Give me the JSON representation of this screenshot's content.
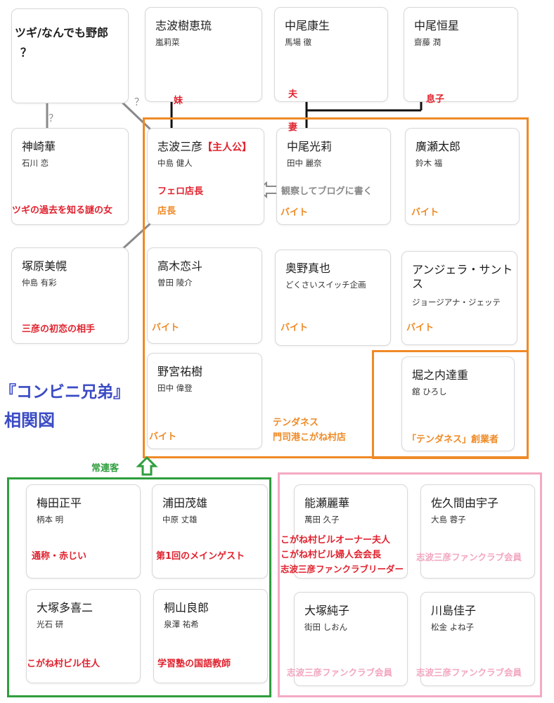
{
  "title": {
    "line1": "『コンビニ兄弟』",
    "line2": "相関図"
  },
  "characters": {
    "tsugi": {
      "name": "ツギ/なんでも野郎",
      "actor": "？"
    },
    "shiba_eru": {
      "name": "志波樹恵琉",
      "actor": "嵐莉菜"
    },
    "nakao_kosei": {
      "name": "中尾康生",
      "actor": "馬場 徹"
    },
    "nakao_kousei2": {
      "name": "中尾恒星",
      "actor": "齋藤 潤"
    },
    "kanzaki": {
      "name": "神崎華",
      "actor": "石川 恋",
      "note": "ツギの過去を知る謎の女"
    },
    "shiba_mitsuhiko": {
      "name": "志波三彦",
      "badge": "【主人公】",
      "actor": "中島 健人",
      "note1": "フェロ店長",
      "note2": "店長"
    },
    "nakao_hikari": {
      "name": "中尾光莉",
      "actor": "田中 麗奈",
      "note": "バイト"
    },
    "hirose": {
      "name": "廣瀬太郎",
      "actor": "鈴木 福",
      "note": "バイト"
    },
    "tsukahara": {
      "name": "塚原美幌",
      "actor": "仲島 有彩",
      "note": "三彦の初恋の相手"
    },
    "takagi": {
      "name": "高木恋斗",
      "actor": "曽田 陵介",
      "note": "バイト"
    },
    "okuno": {
      "name": "奥野真也",
      "actor": "どくさいスイッチ企画",
      "note": "バイト"
    },
    "angela": {
      "name_line1": "アンジェラ・サント",
      "name_line2": "ス",
      "actor": "ジョージアナ・ジェッテ",
      "note": "バイト"
    },
    "nomiya": {
      "name": "野宮祐樹",
      "actor": "田中 偉登",
      "note": "バイト"
    },
    "horinouchi": {
      "name": "堀之内達重",
      "actor": "舘 ひろし",
      "note": "「テンダネス」創業者"
    },
    "umeda": {
      "name": "梅田正平",
      "actor": "柄本 明",
      "note": "通称・赤じい"
    },
    "urata": {
      "name": "浦田茂雄",
      "actor": "中原 丈雄",
      "note": "第1回のメインゲスト"
    },
    "otsuka_kiji": {
      "name": "大塚多喜二",
      "actor": "光石 研",
      "note": "こがね村ビル住人"
    },
    "kiriyama": {
      "name": "桐山良郎",
      "actor": "泉澤 祐希",
      "note": "学習塾の国語教師"
    },
    "nose": {
      "name": "能瀬麗華",
      "actor": "萬田 久子",
      "note1": "こがね村ビルオーナー夫人",
      "note2": "こがね村ビル婦人会会長",
      "note3": "志波三彦ファンクラブリーダー"
    },
    "sakuma": {
      "name": "佐久間由宇子",
      "actor": "大島 蓉子",
      "note": "志波三彦ファンクラブ会員"
    },
    "otsuka_junko": {
      "name": "大塚純子",
      "actor": "街田 しおん",
      "note": "志波三彦ファンクラブ会員"
    },
    "kawashima": {
      "name": "川島佳子",
      "actor": "松金 よね子",
      "note": "志波三彦ファンクラブ会員"
    }
  },
  "relations": {
    "sister": "妹",
    "husband": "夫",
    "wife": "妻",
    "son": "息子",
    "unknown1": "？",
    "unknown2": "？",
    "observe": "観察してブログに書く",
    "regulars": "常連客"
  },
  "store": {
    "line1": "テンダネス",
    "line2": "門司港こがね村店"
  },
  "colors": {
    "store_frame": "#ef8a26",
    "regulars_frame": "#2f9e3d",
    "fanclub_frame": "#f4a9c4",
    "note_red": "#e0222e",
    "note_orange": "#ef8a26",
    "title_blue": "#3b4bc4"
  }
}
